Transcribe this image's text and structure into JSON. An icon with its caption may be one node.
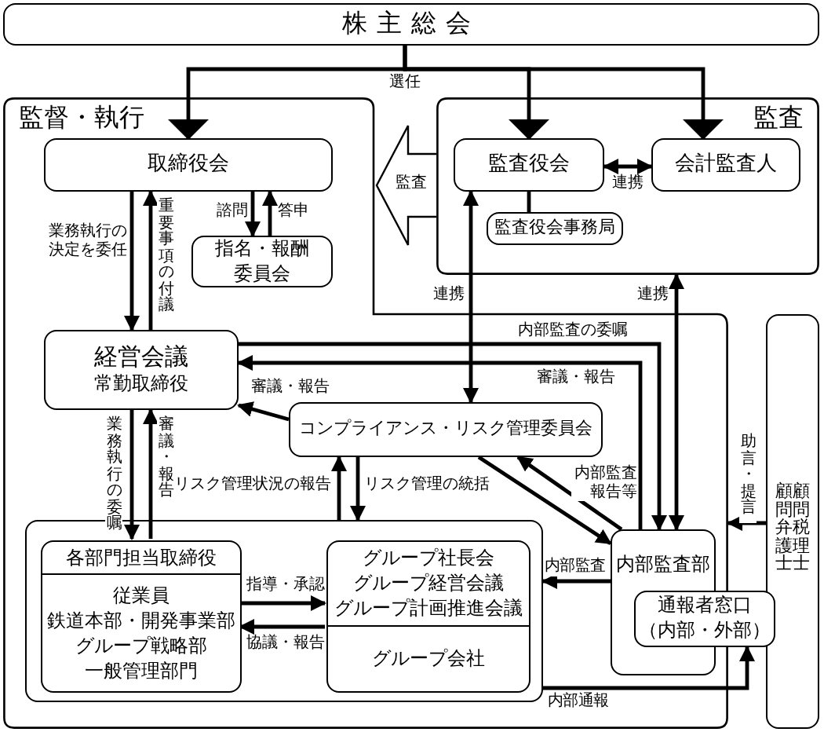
{
  "diagram": {
    "nodes": [
      {
        "text": [
          "株主総会"
        ]
      },
      {
        "text": [
          "監督・執行"
        ]
      },
      {
        "text": [
          "取締役会"
        ],
        "in": 1
      },
      {
        "text": [
          "指名・報酬委員会"
        ],
        "in": 1
      },
      {
        "text": [
          "経営会議",
          "常勤取締役"
        ],
        "in": 1
      },
      {
        "text": [
          "監査"
        ]
      },
      {
        "text": [
          "監査役会"
        ],
        "in": 5
      },
      {
        "text": [
          "会計監査人"
        ],
        "in": 5
      },
      {
        "text": [
          "監査役会事務局"
        ],
        "in": 5
      },
      {
        "text": [
          "コンプライアンス・リスク管理委員会"
        ],
        "in": 1
      },
      {
        "text": [],
        "shape": "box",
        "in": 1
      },
      {
        "text": [
          "各部門担当取締役",
          "従業員",
          "鉄道本部・開発事業部",
          "グループ戦略部",
          "一般管理部門"
        ],
        "in": 10
      },
      {
        "text": [
          "グループ社長会",
          "グループ経営会議",
          "グループ計画推進会議",
          "グループ会社"
        ],
        "in": 10
      },
      {
        "text": [
          "内部監査部"
        ],
        "in": 1
      },
      {
        "text": [
          "通報者窓口",
          "（内部・外部）"
        ]
      },
      {
        "text": [
          "顧問弁護士",
          "顧問税理士"
        ]
      }
    ],
    "edges": [
      {
        "from": 0,
        "to": 2,
        "arrow": "to",
        "label": "選任"
      },
      {
        "from": 0,
        "to": 6,
        "arrow": "to"
      },
      {
        "from": 0,
        "to": 7,
        "arrow": "to"
      },
      {
        "from": 2,
        "to": 4,
        "arrow": "to",
        "label": "業務執行の決定を委任"
      },
      {
        "from": 4,
        "to": 2,
        "arrow": "to",
        "label": "重要事項の付議"
      },
      {
        "from": 2,
        "to": 3,
        "arrow": "to",
        "label": "諮問"
      },
      {
        "from": 3,
        "to": 2,
        "arrow": "to",
        "label": "答申"
      },
      {
        "from": 6,
        "to": 7,
        "arrow": "both",
        "label": "連携"
      },
      {
        "from": 6,
        "to": 8,
        "arrow": "none"
      },
      {
        "from": 6,
        "to": 9,
        "arrow": "both",
        "label": "連携"
      },
      {
        "from": 13,
        "to": 5,
        "arrow": "both",
        "label": "連携"
      },
      {
        "from": 4,
        "to": 13,
        "arrow": "to",
        "label": "内部監査の委嘱"
      },
      {
        "from": 13,
        "to": 4,
        "arrow": "to",
        "label": "審議・報告"
      },
      {
        "from": 9,
        "to": 4,
        "arrow": "to",
        "label": "審議・報告"
      },
      {
        "from": 4,
        "to": 11,
        "arrow": "to",
        "label": "業務執行の委嘱"
      },
      {
        "from": 11,
        "to": 4,
        "arrow": "to",
        "label": "審議・報告"
      },
      {
        "from": 10,
        "to": 9,
        "arrow": "to",
        "label": "リスク管理状況の報告"
      },
      {
        "from": 9,
        "to": 10,
        "arrow": "to",
        "label": "リスク管理の統括"
      },
      {
        "from": 9,
        "to": 13,
        "arrow": "to"
      },
      {
        "from": 13,
        "to": 9,
        "arrow": "to",
        "label": "内部監査報告等"
      },
      {
        "from": 11,
        "to": 12,
        "arrow": "to",
        "label": "指導・承認"
      },
      {
        "from": 12,
        "to": 11,
        "arrow": "to",
        "label": "協議・報告"
      },
      {
        "from": 13,
        "to": 10,
        "arrow": "to",
        "label": "内部監査"
      },
      {
        "from": 10,
        "to": 14,
        "arrow": "to",
        "label": "内部通報"
      },
      {
        "from": 15,
        "to": 1,
        "arrow": "to",
        "label": "助言・提言"
      },
      {
        "from": 5,
        "to": 1,
        "arrow": "to",
        "label": "監査",
        "style": "thick"
      }
    ]
  }
}
